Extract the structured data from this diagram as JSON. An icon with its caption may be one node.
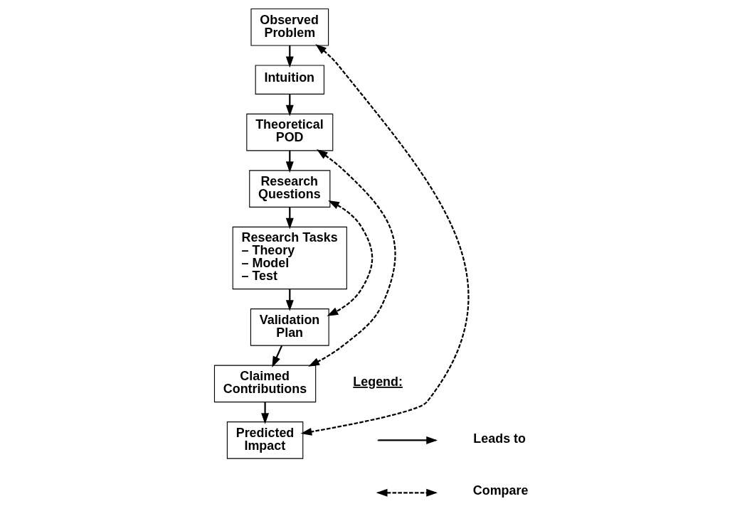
{
  "diagram": {
    "nodes": [
      {
        "text": [
          "Observed Problem"
        ]
      },
      {
        "text": [
          "Intuition"
        ]
      },
      {
        "text": [
          "Theoretical POD"
        ]
      },
      {
        "text": [
          "Research Questions"
        ]
      },
      {
        "text": [
          "Research Tasks",
          "– Theory",
          "– Model",
          "– Test"
        ]
      },
      {
        "text": [
          "Validation Plan"
        ]
      },
      {
        "text": [
          "Claimed Contributions"
        ]
      },
      {
        "text": [
          "Predicted Impact"
        ]
      }
    ],
    "edges": [
      {
        "from": 0,
        "to": 1,
        "arrow": "to"
      },
      {
        "from": 1,
        "to": 2,
        "arrow": "to"
      },
      {
        "from": 2,
        "to": 3,
        "arrow": "to"
      },
      {
        "from": 3,
        "to": 4,
        "arrow": "to"
      },
      {
        "from": 4,
        "to": 5,
        "arrow": "to"
      },
      {
        "from": 5,
        "to": 6,
        "arrow": "to"
      },
      {
        "from": 6,
        "to": 7,
        "arrow": "to"
      },
      {
        "from": 0,
        "to": 7,
        "arrow": "both",
        "style": "dashed"
      },
      {
        "from": 2,
        "to": 6,
        "arrow": "both",
        "style": "dashed"
      },
      {
        "from": 3,
        "to": 5,
        "arrow": "both",
        "style": "dashed"
      }
    ],
    "labels": [
      "Legend:"
    ],
    "legend": [
      {
        "text": "Leads to"
      },
      {
        "text": "Compare"
      }
    ]
  }
}
